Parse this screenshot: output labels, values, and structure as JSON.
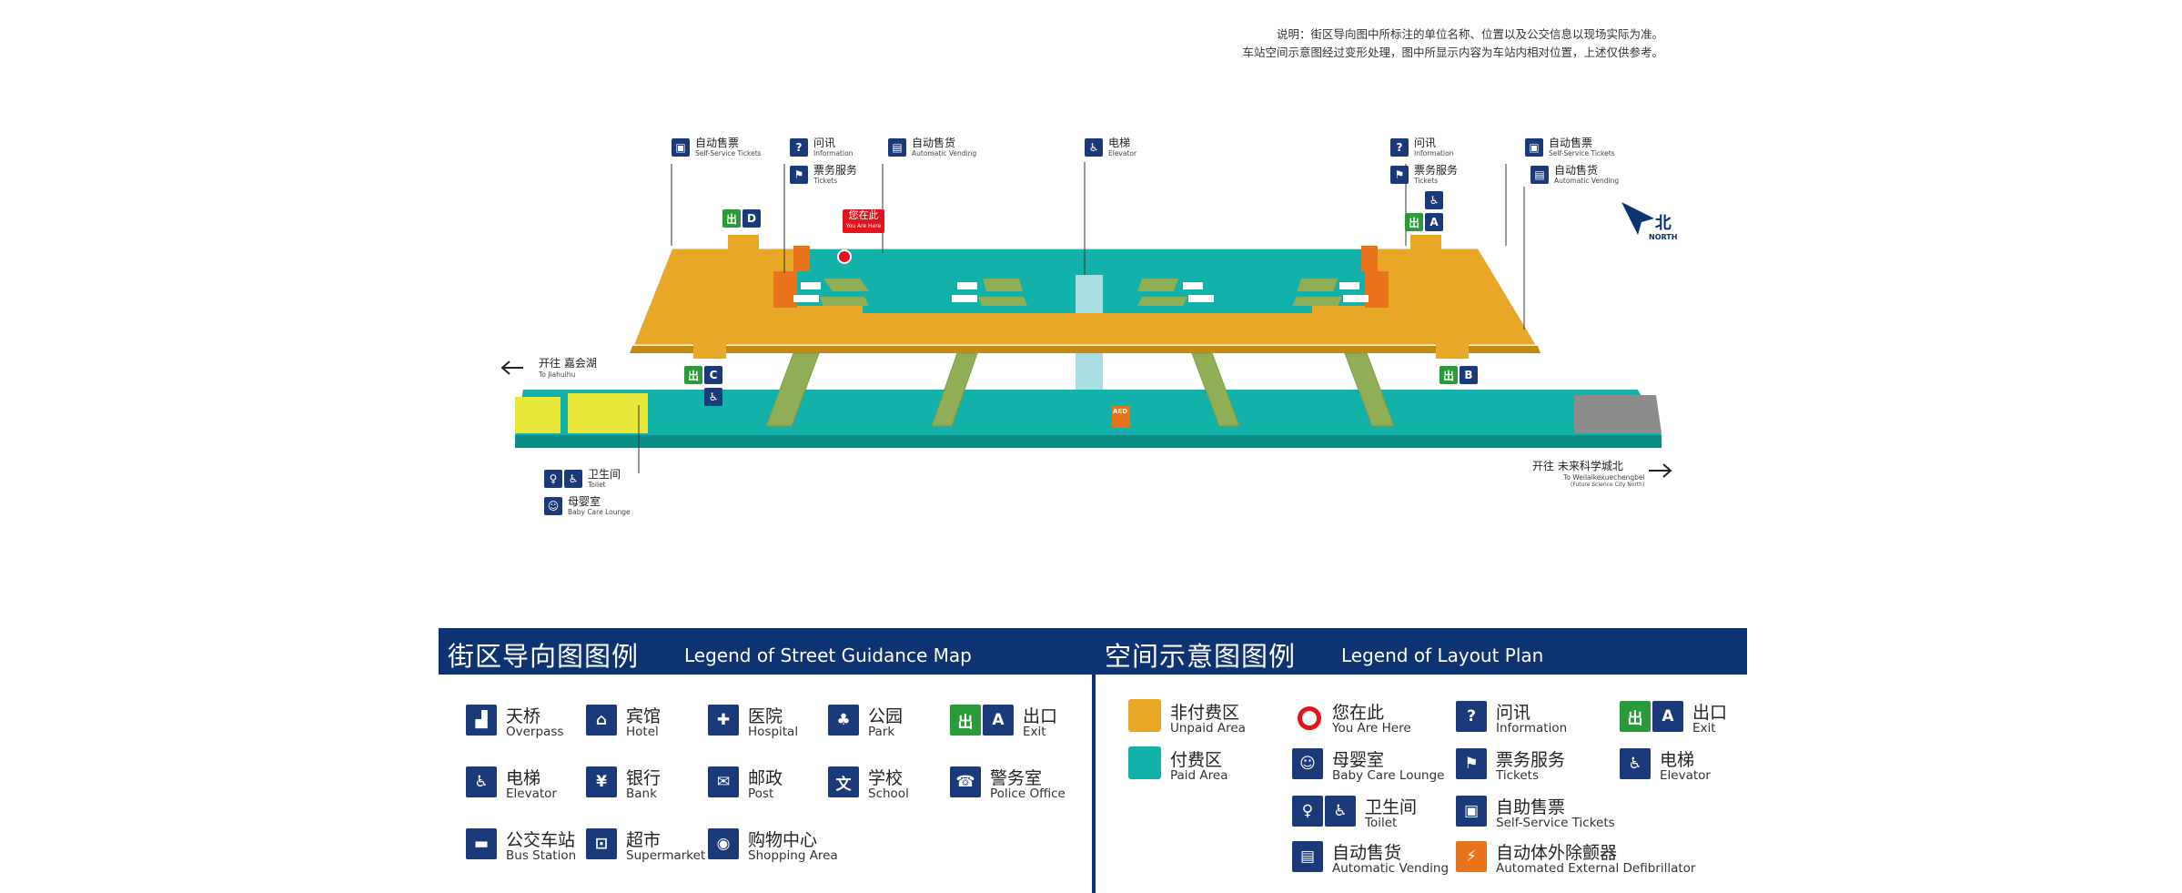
{
  "notes": {
    "line1": "说明：街区导向图中所标注的单位名称、位置以及公交信息以现场实际为准。",
    "line2": "车站空间示意图经过变形处理，图中所显示内容为车站内相对位置，上述仅供参考。"
  },
  "colors": {
    "unpaid": "#e8a726",
    "paid": "#12b2aa",
    "navy": "#0e3373",
    "green": "#2a9a3a",
    "red": "#e2141e",
    "yellow": "#e8e73a",
    "grey": "#8c8c8c"
  },
  "map": {
    "top_labels": [
      {
        "zh": "自动售票",
        "en": "Self-Service Tickets",
        "icon": "ticket-machine-icon"
      },
      {
        "zh": "问讯",
        "en": "Information",
        "icon": "question-icon"
      },
      {
        "zh": "票务服务",
        "en": "Tickets",
        "icon": "ticket-service-icon"
      },
      {
        "zh": "自动售货",
        "en": "Automatic Vending",
        "icon": "vending-icon"
      },
      {
        "zh": "电梯",
        "en": "Elevator",
        "icon": "elevator-icon"
      },
      {
        "zh": "问讯",
        "en": "Information",
        "icon": "question-icon"
      },
      {
        "zh": "票务服务",
        "en": "Tickets",
        "icon": "ticket-service-icon"
      },
      {
        "zh": "自动售票",
        "en": "Self-Service Tickets",
        "icon": "ticket-machine-icon"
      },
      {
        "zh": "自动售货",
        "en": "Automatic Vending",
        "icon": "vending-icon"
      }
    ],
    "you_are_here": {
      "zh": "您在此",
      "en": "You Are Here"
    },
    "exits": [
      "D",
      "A",
      "C",
      "B"
    ],
    "north": {
      "zh": "北",
      "en": "NORTH"
    },
    "left_direction": {
      "zh": "开往 嘉会湖",
      "en": "To Jiahuihu"
    },
    "right_direction": {
      "zh": "开往 未来科学城北",
      "en": "To Weilaikexuechengbei",
      "en2": "(Future Science City North)"
    },
    "bottom_labels": [
      {
        "zh": "卫生间",
        "en": "Toilet"
      },
      {
        "zh": "母婴室",
        "en": "Baby Care Lounge"
      }
    ],
    "aed": "AED"
  },
  "legend_street": {
    "title_zh": "街区导向图图例",
    "title_en": "Legend of Street Guidance Map",
    "items": [
      {
        "zh": "天桥",
        "en": "Overpass",
        "icon": "overpass-icon",
        "glyph": "▟"
      },
      {
        "zh": "宾馆",
        "en": "Hotel",
        "icon": "hotel-icon",
        "glyph": "⌂"
      },
      {
        "zh": "医院",
        "en": "Hospital",
        "icon": "hospital-icon",
        "glyph": "✚"
      },
      {
        "zh": "公园",
        "en": "Park",
        "icon": "park-icon",
        "glyph": "♣"
      },
      {
        "zh": "出口",
        "en": "Exit",
        "icon": "exit-icon",
        "glyph": "A"
      },
      {
        "zh": "电梯",
        "en": "Elevator",
        "icon": "elevator-icon",
        "glyph": "♿"
      },
      {
        "zh": "银行",
        "en": "Bank",
        "icon": "bank-icon",
        "glyph": "¥"
      },
      {
        "zh": "邮政",
        "en": "Post",
        "icon": "post-icon",
        "glyph": "✉"
      },
      {
        "zh": "学校",
        "en": "School",
        "icon": "school-icon",
        "glyph": "文"
      },
      {
        "zh": "警务室",
        "en": "Police Office",
        "icon": "police-icon",
        "glyph": "☎"
      },
      {
        "zh": "公交车站",
        "en": "Bus Station",
        "icon": "bus-icon",
        "glyph": "▬"
      },
      {
        "zh": "超市",
        "en": "Supermarket",
        "icon": "supermarket-icon",
        "glyph": "⊡"
      },
      {
        "zh": "购物中心",
        "en": "Shopping Area",
        "icon": "shopping-icon",
        "glyph": "◉"
      }
    ]
  },
  "legend_layout": {
    "title_zh": "空间示意图图例",
    "title_en": "Legend of Layout Plan",
    "items": [
      {
        "zh": "非付费区",
        "en": "Unpaid Area",
        "icon": "unpaid-swatch"
      },
      {
        "zh": "付费区",
        "en": "Paid Area",
        "icon": "paid-swatch"
      },
      {
        "zh": "您在此",
        "en": "You Are Here",
        "icon": "you-are-here-icon"
      },
      {
        "zh": "母婴室",
        "en": "Baby Care Lounge",
        "icon": "baby-care-icon"
      },
      {
        "zh": "卫生间",
        "en": "Toilet",
        "icon": "toilet-icon"
      },
      {
        "zh": "自动售货",
        "en": "Automatic Vending",
        "icon": "vending-icon"
      },
      {
        "zh": "问讯",
        "en": "Information",
        "icon": "question-icon"
      },
      {
        "zh": "票务服务",
        "en": "Tickets",
        "icon": "ticket-service-icon"
      },
      {
        "zh": "自助售票",
        "en": "Self-Service Tickets",
        "icon": "ticket-machine-icon"
      },
      {
        "zh": "自动体外除颤器",
        "en": "Automated External Defibrillator",
        "icon": "aed-icon"
      },
      {
        "zh": "出口",
        "en": "Exit",
        "icon": "exit-icon"
      },
      {
        "zh": "电梯",
        "en": "Elevator",
        "icon": "elevator-icon"
      }
    ]
  }
}
